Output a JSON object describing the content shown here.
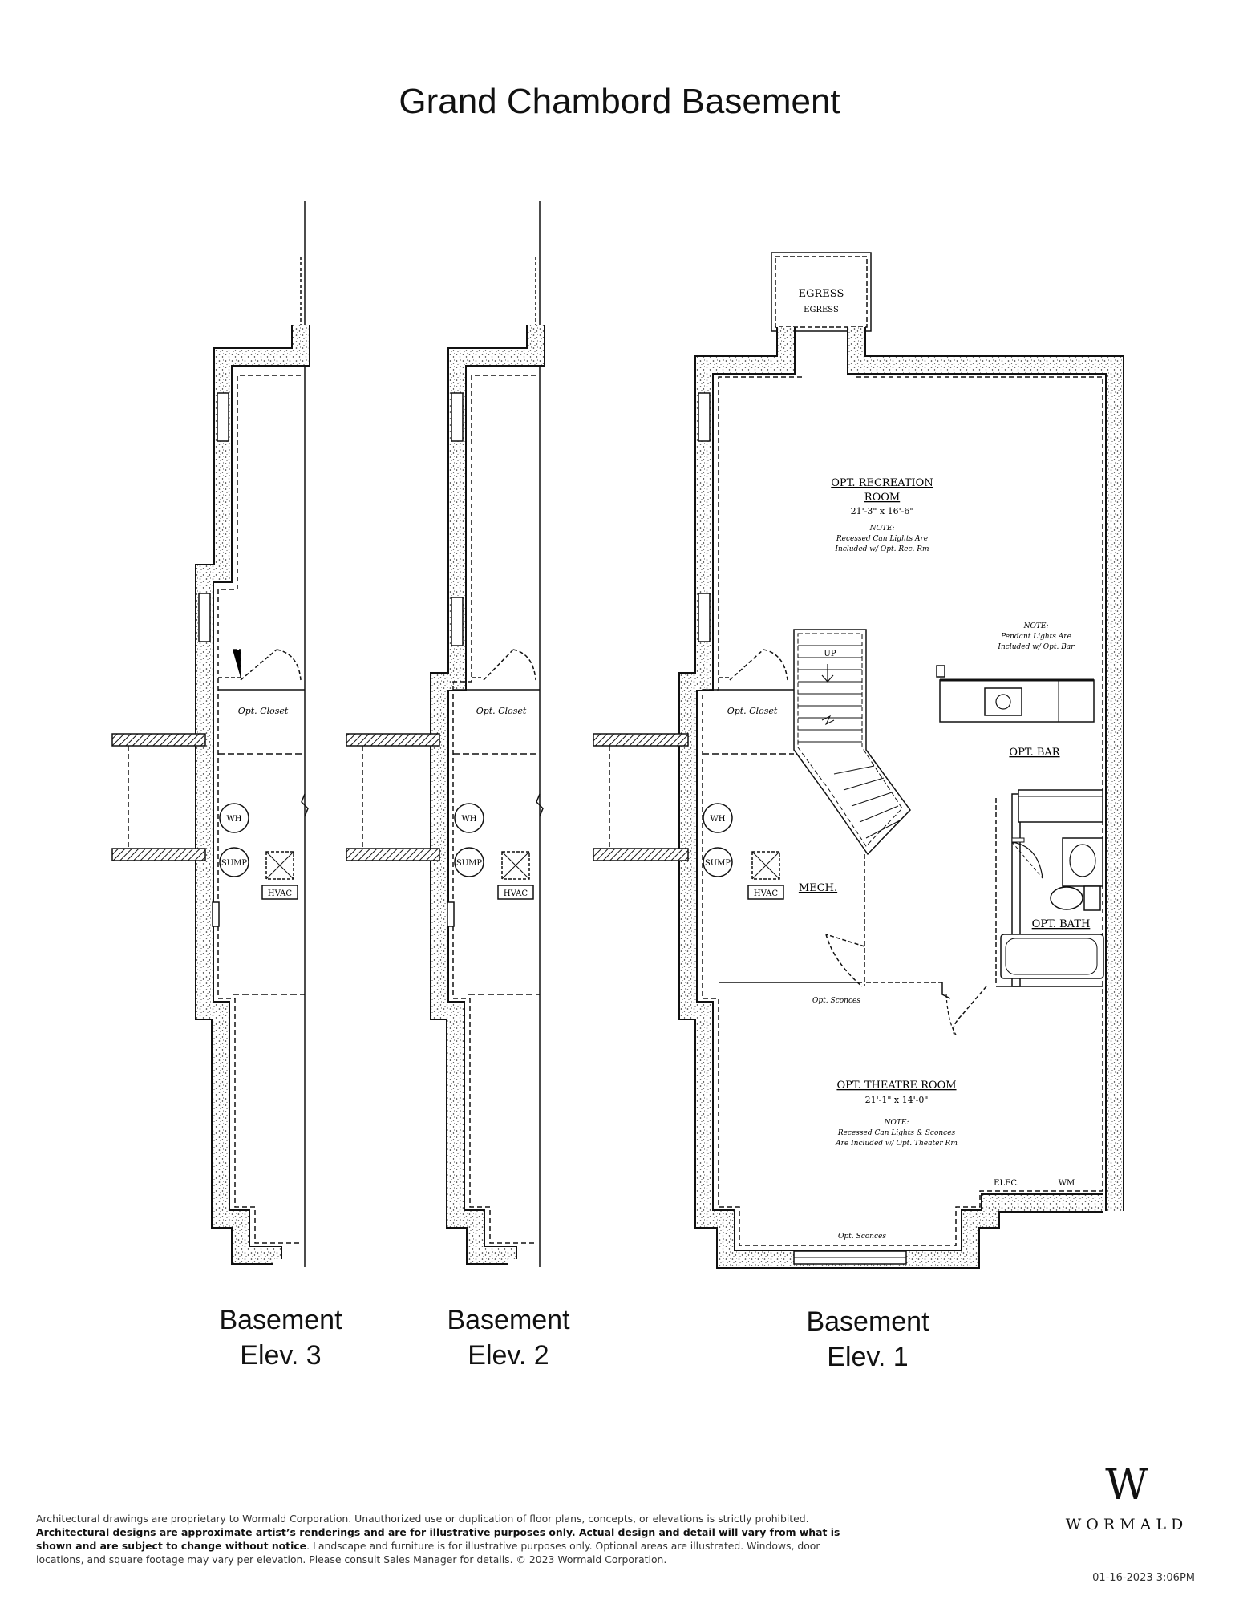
{
  "title": "Grand Chambord Basement",
  "elevations": [
    {
      "line1": "Basement",
      "line2": "Elev. 3"
    },
    {
      "line1": "Basement",
      "line2": "Elev. 2"
    },
    {
      "line1": "Basement",
      "line2": "Elev. 1"
    }
  ],
  "rooms": {
    "egress_title": "EGRESS",
    "egress_sub": "EGRESS",
    "recreation_name1": "OPT. RECREATION",
    "recreation_name2": "ROOM",
    "recreation_dims": "21'-3\" x 16'-6\"",
    "recreation_note_head": "NOTE:",
    "recreation_note1": "Recessed Can Lights Are",
    "recreation_note2": "Included w/ Opt. Rec. Rm",
    "bar_note_head": "NOTE:",
    "bar_note1": "Pendant Lights Are",
    "bar_note2": "Included w/ Opt. Bar",
    "stairs_up": "UP",
    "closet": "Opt. Closet",
    "bar": "OPT. BAR",
    "wh": "WH",
    "sump": "SUMP",
    "hvac": "HVAC",
    "mech": "MECH.",
    "bath": "OPT. BATH",
    "sconces": "Opt. Sconces",
    "theatre_name": "OPT. THEATRE ROOM",
    "theatre_dims": "21'-1\" x 14'-0\"",
    "theatre_note_head": "NOTE:",
    "theatre_note1": "Recessed Can Lights & Sconces",
    "theatre_note2": "Are Included w/ Opt. Theater Rm",
    "elec": "ELEC.",
    "wm": "WM"
  },
  "disclaimer": {
    "part1": "Architectural drawings are proprietary to Wormald Corporation. Unauthorized use or duplication of floor plans, concepts, or elevations is strictly prohibited.",
    "bold1": "Architectural designs are approximate artist’s renderings and are for illustrative purposes only. Actual design and detail will vary from what is shown and are subject to change without notice",
    "part2": ". Landscape and furniture is for illustrative purposes only. Optional areas are illustrated. Windows, door locations, and square footage may vary per elevation. Please consult Sales Manager for details. © 2023 Wormald Corporation."
  },
  "logo": {
    "mark": "W",
    "word": "WORMALD"
  },
  "timestamp": "01-16-2023 3:06PM"
}
